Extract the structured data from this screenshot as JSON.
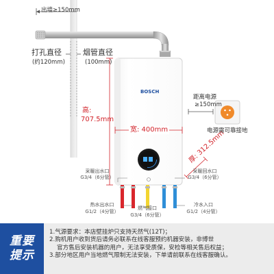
{
  "labels": {
    "wall_out": "出墙≥150mm",
    "hole_dia": "打孔直径",
    "hole_dia_val": "(约120mm)",
    "flue_dia": "烟管直径",
    "flue_dia_val": "(100mm)",
    "height": "高:",
    "height_val": "707.5mm",
    "width": "宽: 400mm",
    "depth": "厚: 312.5mm",
    "power_dist": "距离电源",
    "power_dist_val": "≥150mm",
    "power_ground": "电源需可靠接地",
    "brand": "BOSCH"
  },
  "pipes": {
    "heating_out": "采暖出水口",
    "heating_out_spec": "G3/4（6分管）",
    "hot_out": "热水出水口",
    "hot_out_spec": "G1/2（4分管）",
    "gas_in": "燃气接口",
    "gas_in_spec": "G3/4（6分管）",
    "heating_back": "采暖回水口",
    "heating_back_spec": "G3/4（6分管）",
    "cold_in": "冷水入口",
    "cold_in_spec": "G1/2（4分管）"
  },
  "notes": {
    "title_line1": "重要",
    "title_line2": "提示",
    "lines": [
      "1.气源要求：本店壁挂炉只支持天然气(12T)；",
      "2.购机用户收到货后请务必联系在线客服预约机器安装，非博世",
      "官方售后安装机器的用户，无法享受质保，安检等相关售后权益；",
      "3.部分地区用户当地燃气限制无法安装，下单请前联系在线客服确认。"
    ]
  },
  "colors": {
    "accent_blue": "#1e4fa0",
    "dimension_red": "#d2232a",
    "hot_pipe": "#d9262c",
    "cold_pipe": "#2f8fd8"
  }
}
